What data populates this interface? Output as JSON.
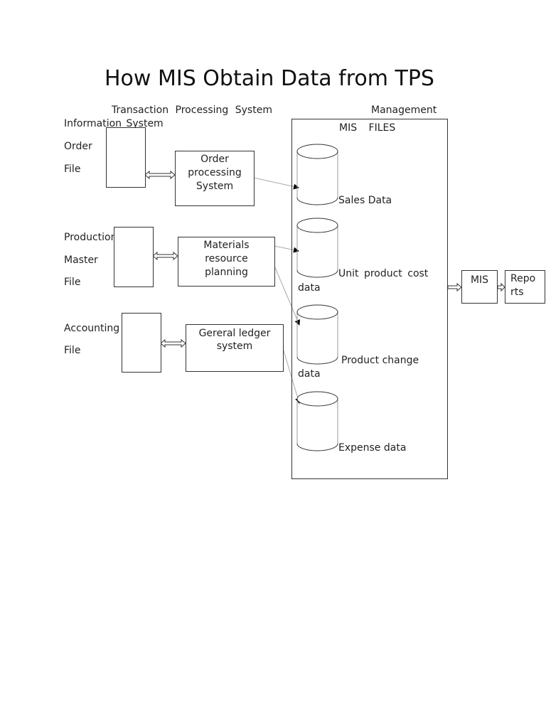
{
  "title": "How MIS Obtain Data from TPS",
  "header": {
    "tps_heading": "Transaction Processing System",
    "mis_heading_part1": "Management",
    "mis_heading_part2": "Information System"
  },
  "tps": [
    {
      "file_label": [
        "Order",
        "File"
      ],
      "system_label": [
        "Order",
        "processing",
        "System"
      ]
    },
    {
      "file_label": [
        "Production",
        "Master",
        "File"
      ],
      "system_label": [
        "Materials",
        "resource",
        "planning"
      ]
    },
    {
      "file_label": [
        "Accounting",
        "File"
      ],
      "system_label": [
        "Gereral ledger",
        "system"
      ]
    }
  ],
  "mis_files": {
    "heading": "MIS FILES",
    "files": [
      {
        "label": [
          "Sales Data"
        ]
      },
      {
        "label": [
          "Unit product cost",
          "data"
        ]
      },
      {
        "label": [
          "Product change",
          "data"
        ]
      },
      {
        "label": [
          "Expense data"
        ]
      }
    ]
  },
  "mis": {
    "label": "MIS"
  },
  "reports": {
    "label": [
      "Repo",
      "rts"
    ]
  }
}
